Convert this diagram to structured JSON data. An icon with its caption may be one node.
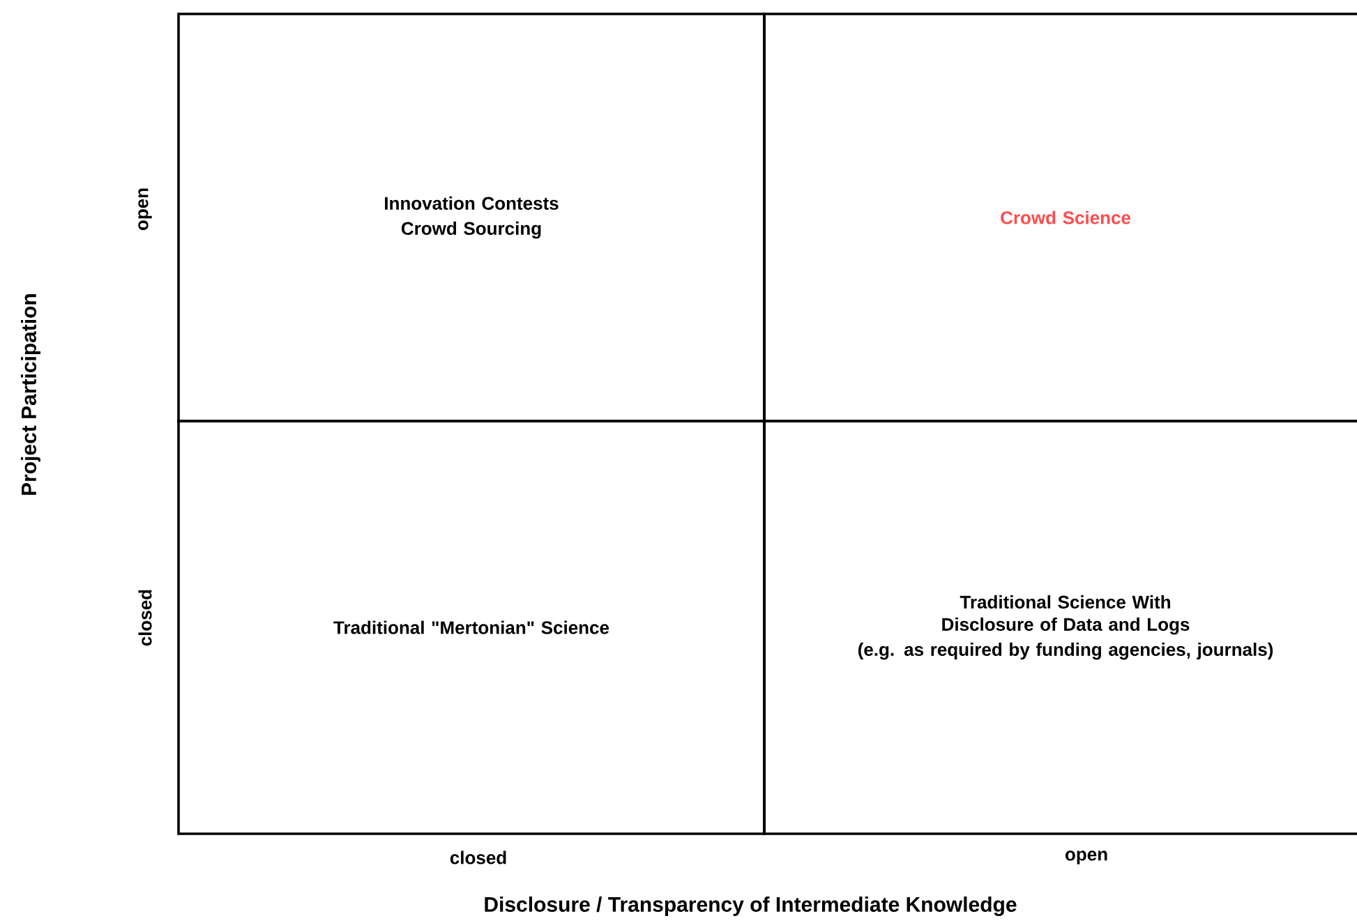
{
  "diagram": {
    "nodes": [
      {
        "text": [
          "Innovation Contests",
          "Crowd Sourcing"
        ]
      },
      {
        "text": [
          "Crowd Science"
        ]
      },
      {
        "text": [
          "Traditional \"Mertonian\" Science"
        ]
      },
      {
        "text": [
          "Traditional Science With Disclosure of Data and Logs",
          "(e.g. as required by funding agencies, journals)"
        ]
      }
    ],
    "labels": [
      "Project Participation",
      "open",
      "closed",
      "closed",
      "open",
      "Disclosure / Transparency of Intermediate Knowledge"
    ]
  }
}
